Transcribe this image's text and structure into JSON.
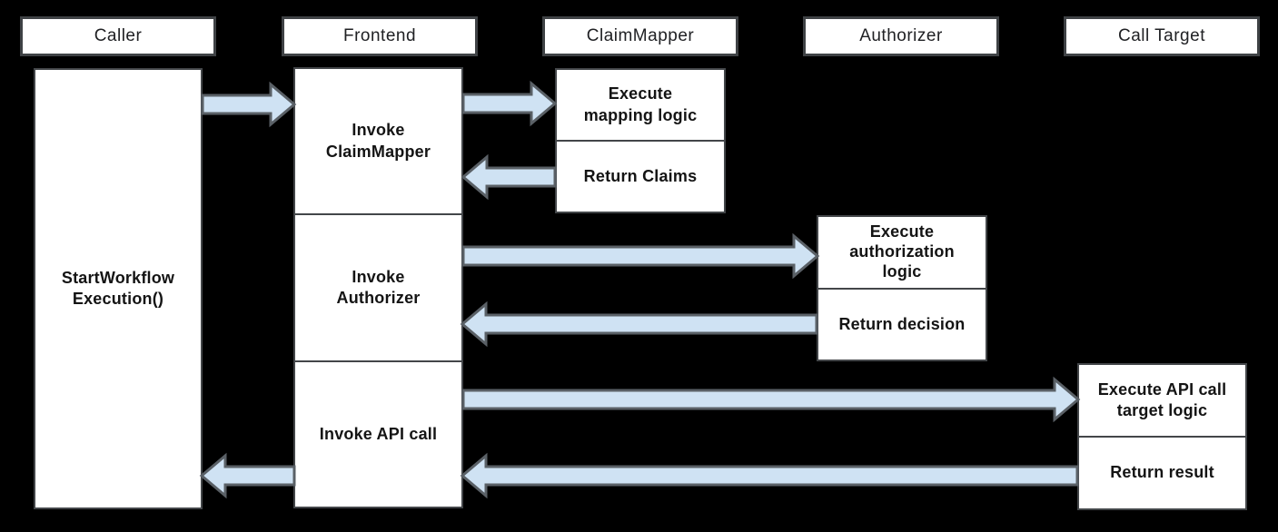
{
  "diagram": {
    "lanes": [
      {
        "label": "Caller"
      },
      {
        "label": "Frontend"
      },
      {
        "label": "ClaimMapper"
      },
      {
        "label": "Authorizer"
      },
      {
        "label": "Call Target"
      }
    ],
    "caller": {
      "activation_label": "StartWorkflow\nExecution()"
    },
    "frontend": {
      "steps": [
        {
          "label": "Invoke\nClaimMapper"
        },
        {
          "label": "Invoke\nAuthorizer"
        },
        {
          "label": "Invoke API call"
        }
      ]
    },
    "claimmapper": {
      "steps": [
        {
          "label": "Execute\nmapping logic"
        },
        {
          "label": "Return Claims"
        }
      ]
    },
    "authorizer": {
      "steps": [
        {
          "label": "Execute\nauthorization\nlogic"
        },
        {
          "label": "Return decision"
        }
      ]
    },
    "call_target": {
      "steps": [
        {
          "label": "Execute API call\ntarget logic"
        },
        {
          "label": "Return result"
        }
      ]
    },
    "colors": {
      "background": "#000000",
      "box_fill": "#ffffff",
      "box_border": "#434649",
      "arrow_fill": "#cfe2f3",
      "arrow_outline": "#5a6066",
      "text": "#141414"
    },
    "arrows": [
      {
        "name": "caller-to-frontend",
        "direction": "right"
      },
      {
        "name": "frontend-to-claimmapper",
        "direction": "right"
      },
      {
        "name": "claimmapper-to-frontend",
        "direction": "left"
      },
      {
        "name": "frontend-to-authorizer",
        "direction": "right"
      },
      {
        "name": "authorizer-to-frontend",
        "direction": "left"
      },
      {
        "name": "frontend-to-calltarget",
        "direction": "right"
      },
      {
        "name": "calltarget-to-frontend",
        "direction": "left"
      },
      {
        "name": "frontend-to-caller",
        "direction": "left"
      }
    ]
  }
}
